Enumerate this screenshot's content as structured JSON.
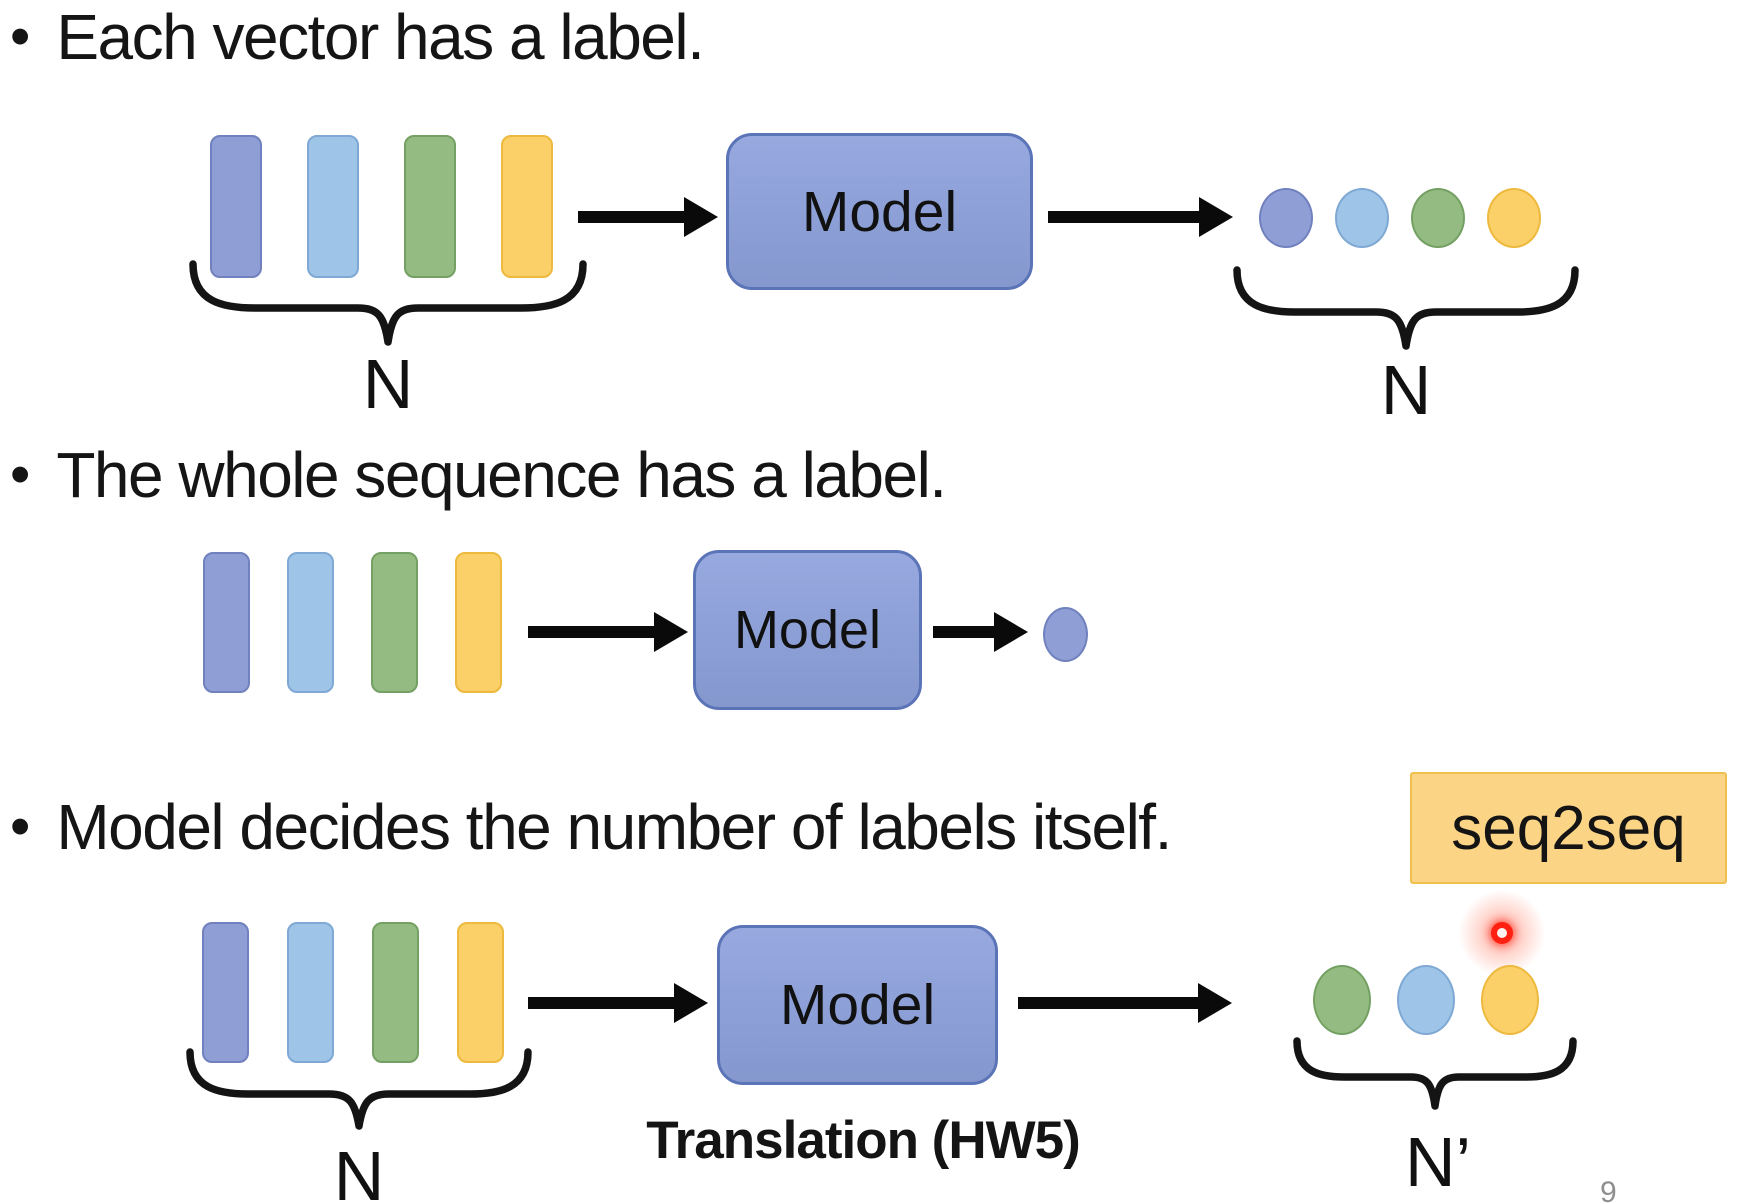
{
  "slide": {
    "bullet_glyph": "•",
    "bullets": [
      "Each vector has a label.",
      "The whole sequence has a label.",
      "Model decides the number of labels itself."
    ],
    "labels": {
      "model": "Model",
      "n": "N",
      "n_prime": "N’",
      "seq2seq": "seq2seq",
      "translation": "Translation (HW5)"
    },
    "page_number": "9",
    "palette": {
      "indigo": "#8F9FD6",
      "blue": "#9EC4E8",
      "green": "#94BC82",
      "yellow": "#FBD068",
      "modelFill": "#8C9FD6",
      "modelBorder": "#5B74B8",
      "seqFill": "#FBD486",
      "seqBorder": "#EFC04E",
      "laser": "#FF2012",
      "ink": "#0a0a0a"
    },
    "rows": [
      {
        "input": [
          "indigo",
          "blue",
          "green",
          "yellow"
        ],
        "output": [
          "indigo",
          "blue",
          "green",
          "yellow"
        ],
        "input_count": "N",
        "output_count": "N"
      },
      {
        "input": [
          "indigo",
          "blue",
          "green",
          "yellow"
        ],
        "output": [
          "indigo"
        ]
      },
      {
        "input": [
          "indigo",
          "blue",
          "green",
          "yellow"
        ],
        "output": [
          "green",
          "blue",
          "yellow"
        ],
        "input_count": "N",
        "output_count": "N’"
      }
    ]
  }
}
